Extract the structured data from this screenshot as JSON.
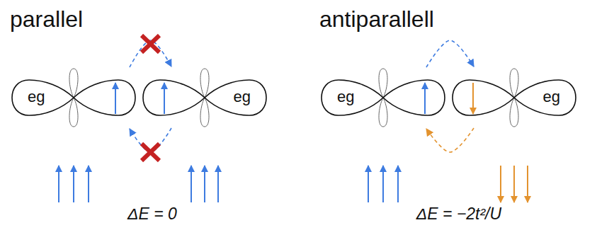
{
  "diagram": {
    "nodes": [
      {
        "text": [
          "eg"
        ]
      },
      {
        "text": [
          "eg"
        ]
      },
      {
        "text": [
          "eg"
        ]
      },
      {
        "text": [
          "eg"
        ]
      }
    ],
    "edges": [
      {
        "from": 0,
        "to": 1,
        "arrow": "to"
      },
      {
        "from": 1,
        "to": 0,
        "arrow": "to"
      },
      {
        "from": 2,
        "to": 3,
        "arrow": "to"
      },
      {
        "from": 3,
        "to": 2,
        "arrow": "to"
      }
    ],
    "labels": [
      "parallel",
      "antiparallell",
      "ΔE = 0",
      "ΔE = −2t²/U"
    ]
  }
}
